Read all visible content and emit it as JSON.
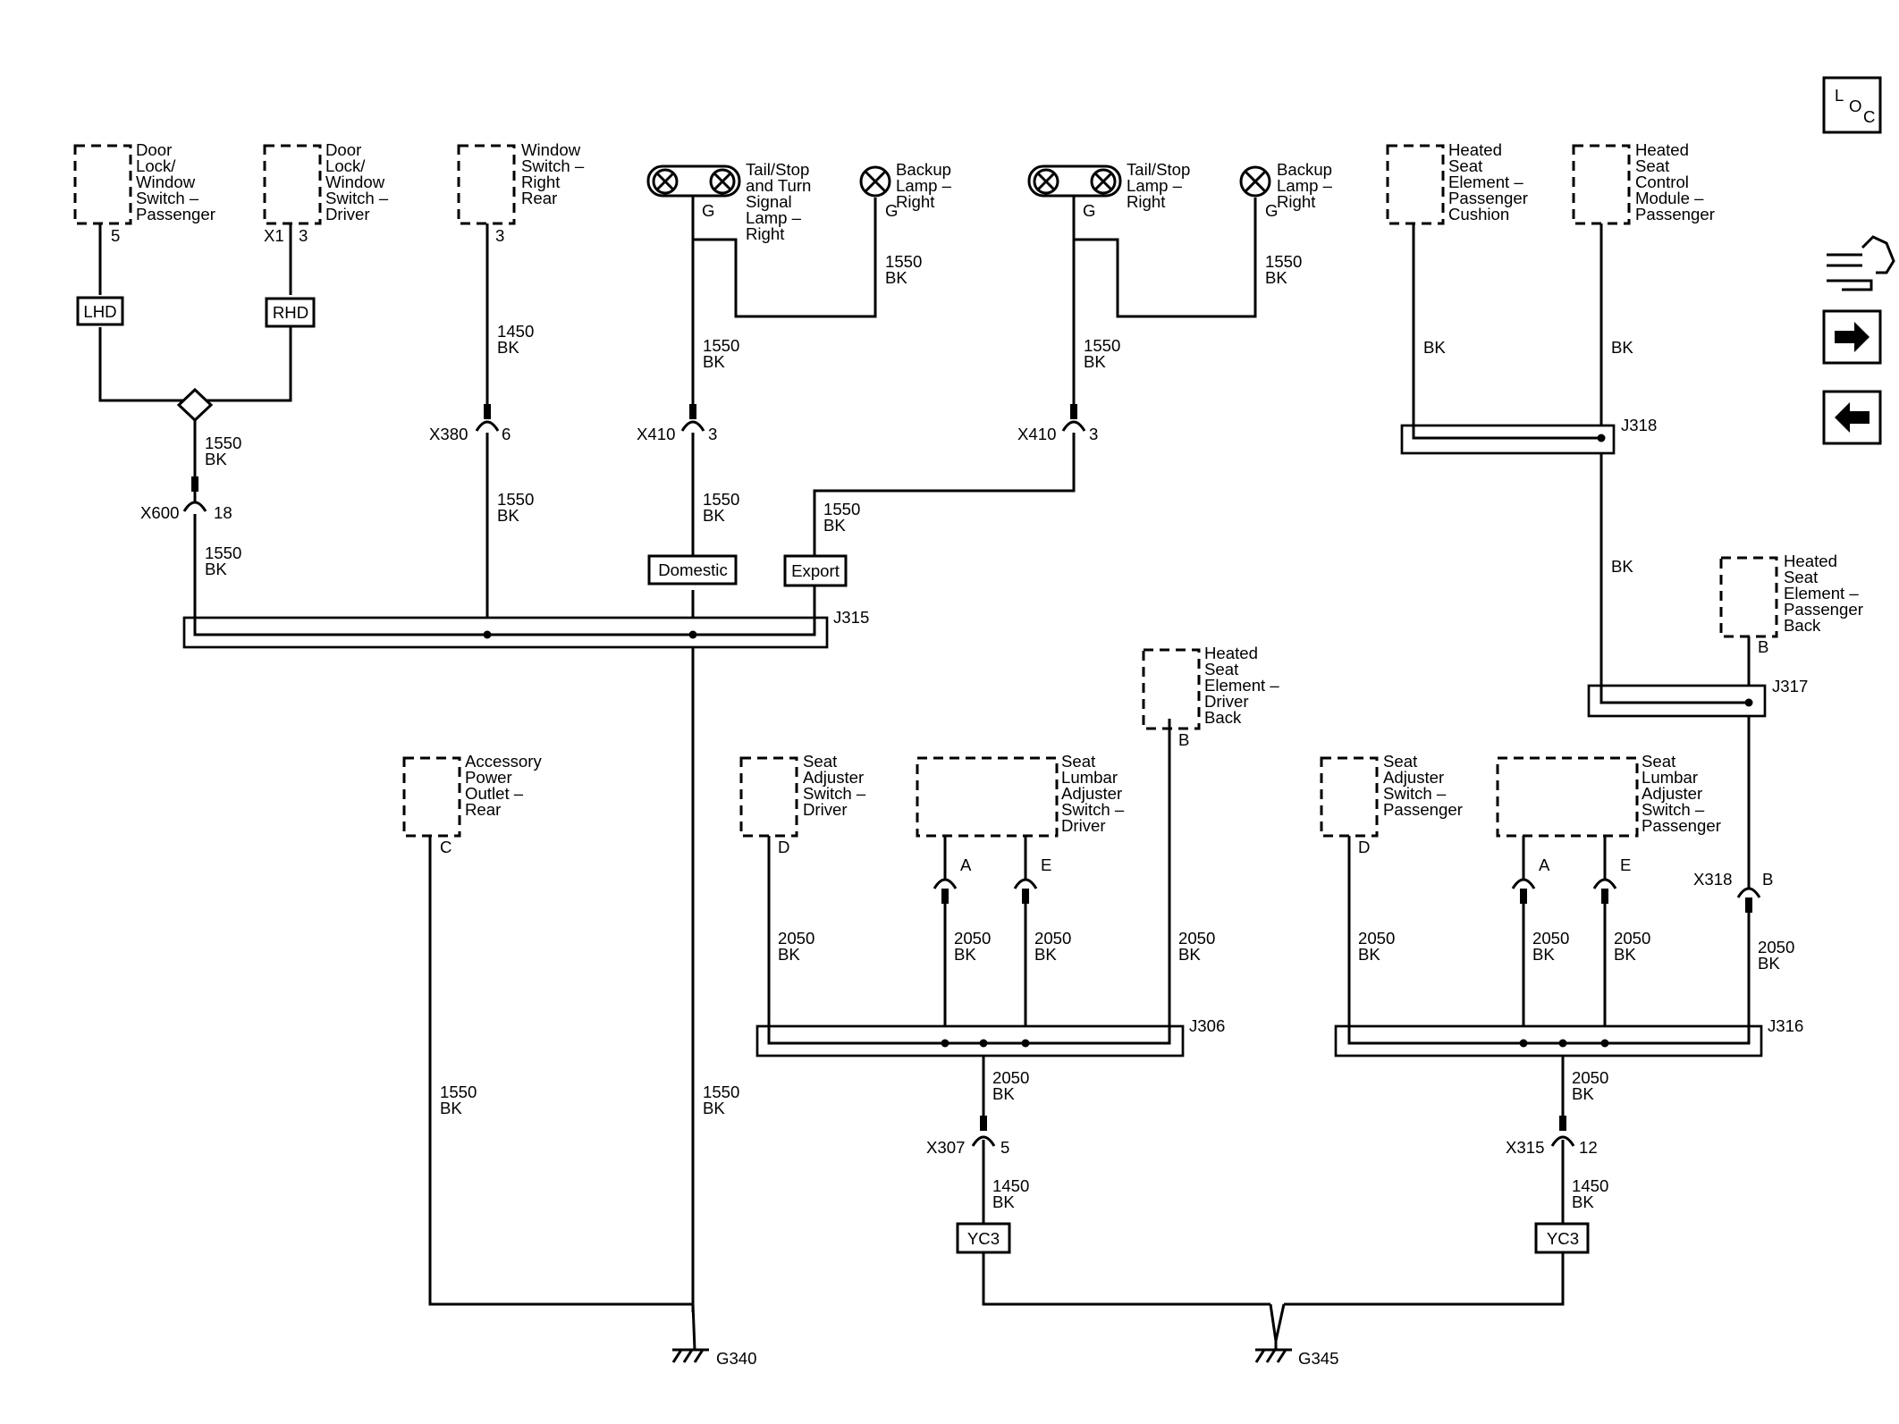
{
  "components": {
    "door_lock_passenger": [
      "Door",
      "Lock/",
      "Window",
      "Switch –",
      "Passenger"
    ],
    "door_lock_driver": [
      "Door",
      "Lock/",
      "Window",
      "Switch –",
      "Driver"
    ],
    "window_switch_rr": [
      "Window",
      "Switch –",
      "Right",
      "Rear"
    ],
    "tail_stop_turn_right": [
      "Tail/Stop",
      "and Turn",
      "Signal",
      "Lamp –",
      "Right"
    ],
    "backup_lamp_right_1": [
      "Backup",
      "Lamp –",
      "Right"
    ],
    "tail_stop_right": [
      "Tail/Stop",
      "Lamp –",
      "Right"
    ],
    "backup_lamp_right_2": [
      "Backup",
      "Lamp –",
      "Right"
    ],
    "heated_cushion_pass": [
      "Heated",
      "Seat",
      "Element –",
      "Passenger",
      "Cushion"
    ],
    "heated_module_pass": [
      "Heated",
      "Seat",
      "Control",
      "Module –",
      "Passenger"
    ],
    "heated_back_pass": [
      "Heated",
      "Seat",
      "Element –",
      "Passenger",
      "Back"
    ],
    "heated_back_driver": [
      "Heated",
      "Seat",
      "Element –",
      "Driver",
      "Back"
    ],
    "accessory_outlet": [
      "Accessory",
      "Power",
      "Outlet –",
      "Rear"
    ],
    "seat_adj_driver": [
      "Seat",
      "Adjuster",
      "Switch –",
      "Driver"
    ],
    "lumbar_driver": [
      "Seat",
      "Lumbar",
      "Adjuster",
      "Switch –",
      "Driver"
    ],
    "seat_adj_pass": [
      "Seat",
      "Adjuster",
      "Switch –",
      "Passenger"
    ],
    "lumbar_pass": [
      "Seat",
      "Lumbar",
      "Adjuster",
      "Switch –",
      "Passenger"
    ]
  },
  "option_boxes": {
    "lhd": "LHD",
    "rhd": "RHD",
    "domestic": "Domestic",
    "export": "Export",
    "yc3_left": "YC3",
    "yc3_right": "YC3"
  },
  "pins": {
    "p5": "5",
    "x1": "X1",
    "p3a": "3",
    "p3b": "3",
    "g1": "G",
    "g2": "G",
    "g3": "G",
    "g4": "G",
    "c": "C",
    "d1": "D",
    "a1": "A",
    "e1": "E",
    "b_driver": "B",
    "d2": "D",
    "a2": "A",
    "e2": "E",
    "b_pass": "B"
  },
  "connectors": {
    "x600": "X600",
    "x600_pin": "18",
    "x380": "X380",
    "x380_pin": "6",
    "x410a": "X410",
    "x410a_pin": "3",
    "x410b": "X410",
    "x410b_pin": "3",
    "x307": "X307",
    "x307_pin": "5",
    "x315": "X315",
    "x315_pin": "12",
    "x318": "X318",
    "x318_pin": "B"
  },
  "splices": {
    "j315": "J315",
    "j306": "J306",
    "j316": "J316",
    "j318": "J318",
    "j317": "J317"
  },
  "grounds": {
    "g340": "G340",
    "g345": "G345"
  },
  "wire_labels": {
    "w1550": "1550",
    "w1450": "1450",
    "w2050": "2050",
    "bk": "BK"
  },
  "side_nav": {
    "loc_l": "L",
    "loc_o": "O",
    "loc_c": "C"
  }
}
